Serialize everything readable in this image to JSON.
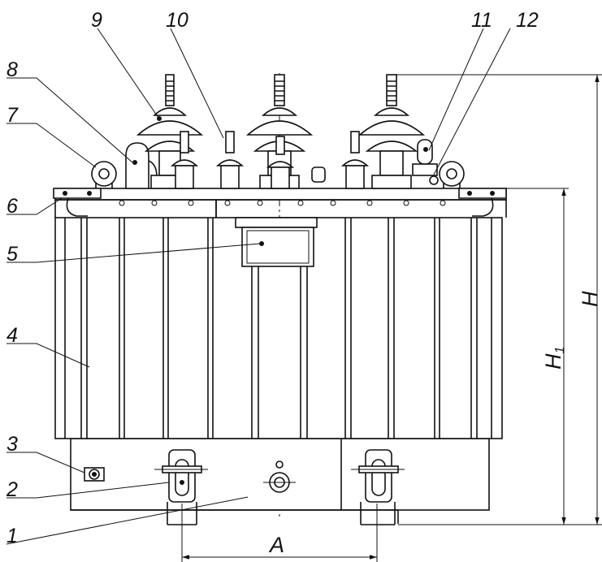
{
  "callouts": [
    "1",
    "2",
    "3",
    "4",
    "5",
    "6",
    "7",
    "8",
    "9",
    "10",
    "11",
    "12"
  ],
  "dimensions": {
    "width_label": "A",
    "height_total": "H",
    "height_body_main": "H",
    "height_body_sub": "1"
  }
}
